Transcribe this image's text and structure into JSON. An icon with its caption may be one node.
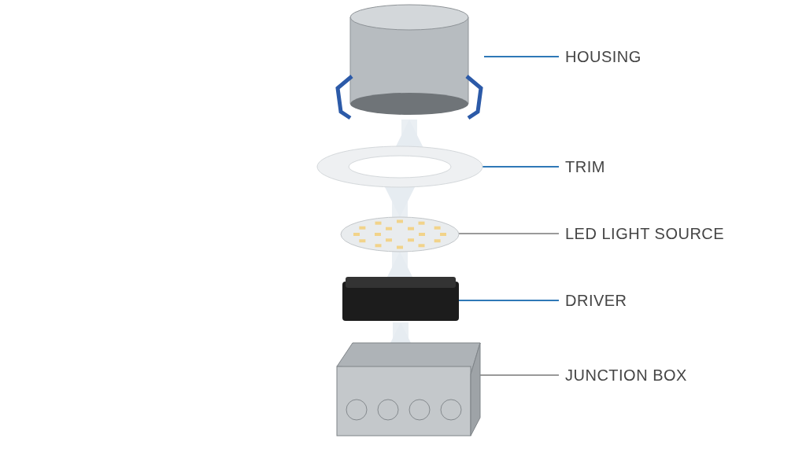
{
  "diagram": {
    "nodes": [
      {
        "text": [],
        "shape": "picture"
      },
      {
        "text": [
          "HOUSING"
        ]
      },
      {
        "text": [],
        "shape": "picture"
      },
      {
        "text": [
          "TRIM"
        ]
      },
      {
        "text": [],
        "shape": "picture"
      },
      {
        "text": [
          "LED LIGHT SOURCE"
        ]
      },
      {
        "text": [],
        "shape": "picture"
      },
      {
        "text": [
          "DRIVER"
        ]
      },
      {
        "text": [],
        "shape": "picture"
      },
      {
        "text": [
          "JUNCTION BOX"
        ]
      }
    ],
    "edges": [
      {
        "from": 1,
        "to": 0,
        "arrow": "none",
        "color": "#2f78b7"
      },
      {
        "from": 3,
        "to": 2,
        "arrow": "none",
        "color": "#2f78b7"
      },
      {
        "from": 5,
        "to": 4,
        "arrow": "none",
        "color": "#9a9a9a"
      },
      {
        "from": 7,
        "to": 6,
        "arrow": "none",
        "color": "#2f78b7"
      },
      {
        "from": 9,
        "to": 8,
        "arrow": "none",
        "color": "#9a9a9a"
      },
      {
        "from": 2,
        "to": 0,
        "arrow": "to",
        "style": "thick",
        "color": "#e6ecf1"
      },
      {
        "from": 2,
        "to": 4,
        "arrow": "to",
        "style": "thick",
        "color": "#e6ecf1"
      },
      {
        "from": 6,
        "to": 4,
        "arrow": "to",
        "style": "thick",
        "color": "#e6ecf1"
      },
      {
        "from": 8,
        "to": 6,
        "arrow": "to",
        "style": "thick",
        "color": "#e6ecf1"
      }
    ]
  }
}
